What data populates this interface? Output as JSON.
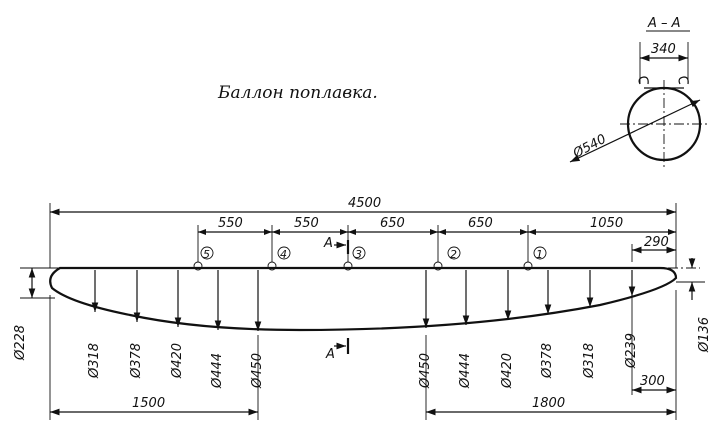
{
  "drawing": {
    "title": "Баллон поплавка.",
    "overall_length": "4500",
    "spacing_labels": [
      "550",
      "550",
      "650",
      "650",
      "1050",
      "290"
    ],
    "station_markers": [
      "5",
      "4",
      "3",
      "2",
      "1"
    ],
    "section_marker": "A",
    "left_diameters": [
      "Ø318",
      "Ø378",
      "Ø420",
      "Ø444",
      "Ø450"
    ],
    "right_diameters": [
      "Ø450",
      "Ø444",
      "Ø420",
      "Ø378",
      "Ø318",
      "Ø239"
    ],
    "end_left": "Ø228",
    "end_right": "Ø136",
    "bottom_left": "1500",
    "bottom_right": "1800",
    "tail_len": "300",
    "section": {
      "title": "A – A",
      "width": "340",
      "diameter": "Ø540"
    }
  }
}
